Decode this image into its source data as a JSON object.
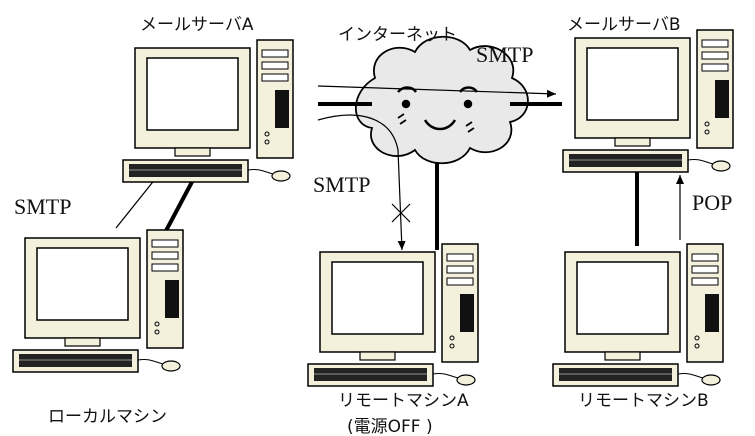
{
  "nodes": {
    "server_a": "メールサーバA",
    "server_b": "メールサーバB",
    "internet": "インターネット",
    "local": "ローカルマシン",
    "remote_a": "リモートマシンA",
    "remote_a_note": "(電源OFF )",
    "remote_b": "リモートマシンB"
  },
  "protocols": {
    "smtp_local_to_a": "SMTP",
    "smtp_a_to_b": "SMTP",
    "smtp_to_remote_a": "SMTP",
    "pop_b_to_remote_b": "POP"
  },
  "colors": {
    "case": "#f3f0dc",
    "screen": "#ffffff",
    "outline": "#000000",
    "cloud": "#e9e9e9"
  }
}
